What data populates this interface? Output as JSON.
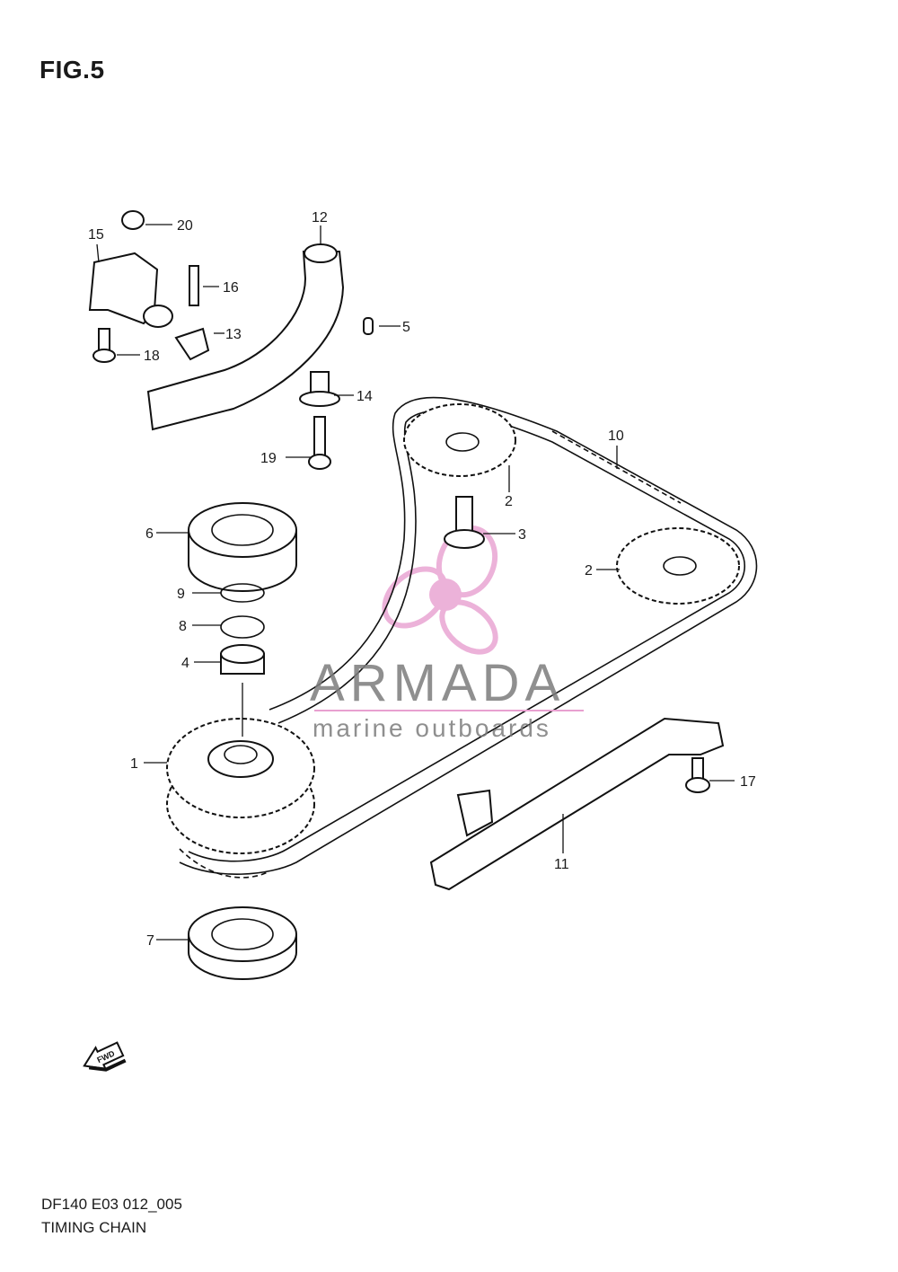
{
  "figure": {
    "title": "FIG.5",
    "model_code": "DF140 E03 012_005",
    "name": "TIMING CHAIN"
  },
  "watermark": {
    "brand": "ARMADA",
    "tagline": "marine outboards",
    "accent_color": "#e8a0d0",
    "text_color": "#7c7c7c"
  },
  "fwd_badge": {
    "label": "FWD",
    "icon": "fwd-arrow-icon"
  },
  "callouts": {
    "c1": "1",
    "c2a": "2",
    "c2b": "2",
    "c3": "3",
    "c4": "4",
    "c5": "5",
    "c6": "6",
    "c7": "7",
    "c8": "8",
    "c9": "9",
    "c10": "10",
    "c11": "11",
    "c12": "12",
    "c13": "13",
    "c14": "14",
    "c15": "15",
    "c16": "16",
    "c17": "17",
    "c18": "18",
    "c19": "19",
    "c20": "20"
  }
}
